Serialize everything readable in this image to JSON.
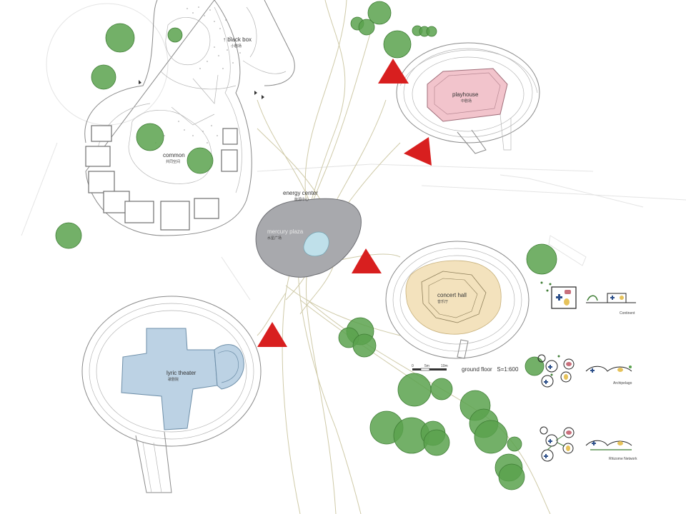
{
  "labels": {
    "black_box": {
      "en": "↑ black box",
      "zh": "小剧场"
    },
    "playhouse": {
      "en": "playhouse",
      "zh": "中剧场"
    },
    "common": {
      "en": "common",
      "zh": "共同空间"
    },
    "energy_center": {
      "en": "energy center",
      "zh": "能源中心"
    },
    "mercury_plaza": {
      "en": "mercury plaza",
      "zh": "水星广场"
    },
    "concert_hall": {
      "en": "concert hall",
      "zh": "音乐厅"
    },
    "lyric_theater": {
      "en": "lyric theater",
      "zh": "歌剧院"
    }
  },
  "scale_bar": {
    "label": "ground floor   S=1:600",
    "ticks": [
      "0",
      "5m",
      "10m"
    ]
  },
  "concept_diagrams": [
    {
      "caption": "Continent"
    },
    {
      "caption": "Archipelago"
    },
    {
      "caption": "Rhizome Network"
    }
  ],
  "colors": {
    "tree": "#5aa24e",
    "marker": "#d81f1f",
    "playhouse_fill": "#f2c4cc",
    "concert_fill": "#f3e2bd",
    "lyric_fill": "#bcd2e4",
    "plaza_fill": "#a8a9ad",
    "pond_fill": "#bfe0ea"
  }
}
